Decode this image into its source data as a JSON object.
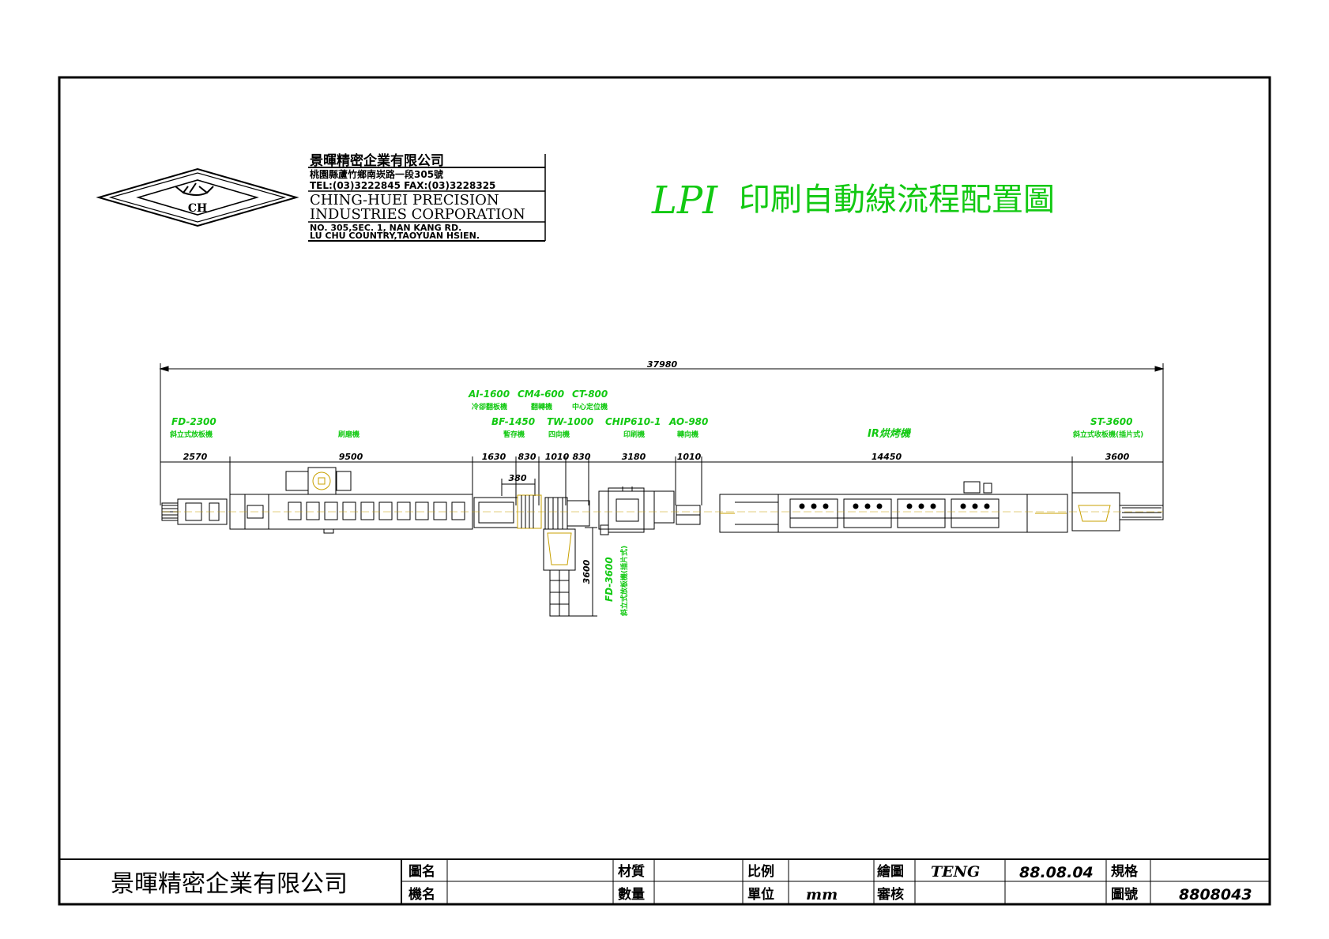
{
  "title": {
    "prefix": "LPI",
    "main": "印刷自動線流程配置圖",
    "color": "#12c912"
  },
  "company": {
    "name_cn": "景暉精密企業有限公司",
    "address_cn": "桃園縣蘆竹鄉南崁路一段305號",
    "tel_fax": "TEL:(03)3222845  FAX:(03)3228325",
    "name_en_1": "CHING-HUEI PRECISION",
    "name_en_2": "INDUSTRIES CORPORATION",
    "address_en_1": "NO. 305,SEC. 1, NAN KANG RD.",
    "address_en_2": "LU CHU COUNTRY,TAOYUAN HSIEN.",
    "logo_text": "CH"
  },
  "layout": {
    "overall_length": "37980",
    "segments": [
      "2570",
      "9500",
      "1630",
      "830",
      "1010",
      "830",
      "3180",
      "1010",
      "14450",
      "3600"
    ],
    "sub_dim": "380",
    "vertical_dim": "3600"
  },
  "machines": {
    "fd_left_model": "FD-2300",
    "fd_left_name": "斜立式放板機",
    "brush_name": "刷磨機",
    "ai_model": "AI-1600",
    "ai_name": "冷卻翻板機",
    "cm_model": "CM4-600",
    "cm_name": "翻轉機",
    "ct_model": "CT-800",
    "ct_name": "中心定位機",
    "bf_model": "BF-1450",
    "bf_name": "暫存機",
    "tw_model": "TW-1000",
    "tw_name": "四向機",
    "chip_model": "CHIP610-1",
    "chip_name": "印刷機",
    "ao_model": "AO-980",
    "ao_name": "轉向機",
    "ir_name": "IR烘烤機",
    "st_model": "ST-3600",
    "st_name": "斜立式收板機(插片式)",
    "fd_branch_model": "FD-3600",
    "fd_branch_name": "斜立式放板機(插片式)"
  },
  "title_block": {
    "company": "景暉精密企業有限公司",
    "drawing_name_label": "圖名",
    "machine_name_label": "機名",
    "material_label": "材質",
    "quantity_label": "數量",
    "scale_label": "比例",
    "unit_label": "單位",
    "unit_value": "mm",
    "drawn_label": "繪圖",
    "drawn_value": "TENG",
    "date_value": "88.08.04",
    "check_label": "審核",
    "spec_label": "規格",
    "drawing_no_label": "圖號",
    "drawing_no_value": "8808043"
  }
}
